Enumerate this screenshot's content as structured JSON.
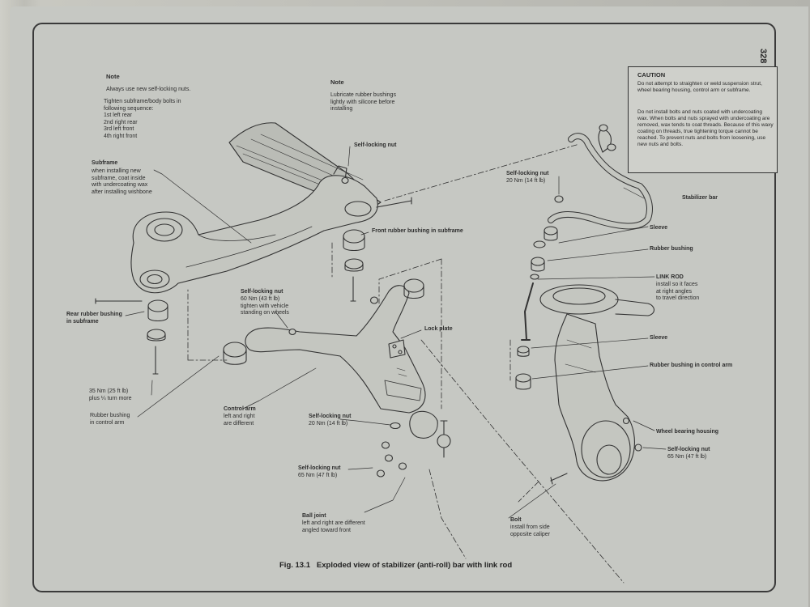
{
  "page_number": "328",
  "note_left": {
    "heading": "Note",
    "line1": "Always use new self-locking nuts.",
    "body": "Tighten subframe/body bolts in\nfollowing sequence:\n1st left rear\n2nd right rear\n3rd left front\n4th right front"
  },
  "note_center": {
    "heading": "Note",
    "body": "Lubricate rubber bushings\nlightly with silicone before\ninstalling"
  },
  "caution": {
    "title": "CAUTION",
    "p1": "Do not attempt to straighten or weld suspension strut, wheel bearing housing, control arm or subframe.",
    "p2": "Do not install bolts and nuts coated with undercoating wax. When bolts and nuts sprayed with undercoating are removed, wax tends to coat threads. Because of this waxy coating on threads, true tightening torque cannot be reached. To prevent nuts and bolts from loosening, use new nuts and bolts."
  },
  "labels": {
    "subframe_title": "Subframe",
    "subframe_desc": "when installing new\nsubframe, coat inside\nwith undercoating wax\nafter installing wishbone",
    "selflock_top": "Self-locking nut",
    "front_bushing": "Front rubber bushing in subframe",
    "rear_bushing": "Rear rubber bushing\nin subframe",
    "selflock_mid_title": "Self-locking nut",
    "selflock_mid_desc": "60 Nm (43 ft lb)\ntighten with vehicle\nstanding on wheels",
    "lock_plate": "Lock plate",
    "torque_35": "35 Nm (25 ft lb)\nplus ¼ turn more",
    "rb_control_left": "Rubber bushing\nin control arm",
    "control_arm_title": "Control arm",
    "control_arm_desc": "left and right\nare different",
    "selflock_20_title": "Self-locking nut",
    "selflock_20_desc": "20 Nm (14 ft lb)",
    "selflock_65_title": "Self-locking nut",
    "selflock_65_desc": "65 Nm (47 ft lb)",
    "ball_joint_title": "Ball joint",
    "ball_joint_desc": "left and right are different\nangled toward front",
    "selflock_right_title": "Self-locking nut",
    "selflock_right_desc": "20 Nm (14 ft lb)",
    "stabilizer_bar": "Stabilizer bar",
    "sleeve_top": "Sleeve",
    "rubber_bushing": "Rubber bushing",
    "link_rod_title": "LINK ROD",
    "link_rod_desc": "install so it faces\nat right angles\nto travel direction",
    "sleeve_bottom": "Sleeve",
    "rb_control_right": "Rubber bushing in control arm",
    "wheel_bearing": "Wheel bearing housing",
    "selflock_housing_title": "Self-locking nut",
    "selflock_housing_desc": "65 Nm (47 ft lb)",
    "bolt_title": "Bolt",
    "bolt_desc": "install from side\nopposite caliper"
  },
  "caption": "Fig. 13.1   Exploded view of stabilizer (anti-roll) bar with link rod"
}
